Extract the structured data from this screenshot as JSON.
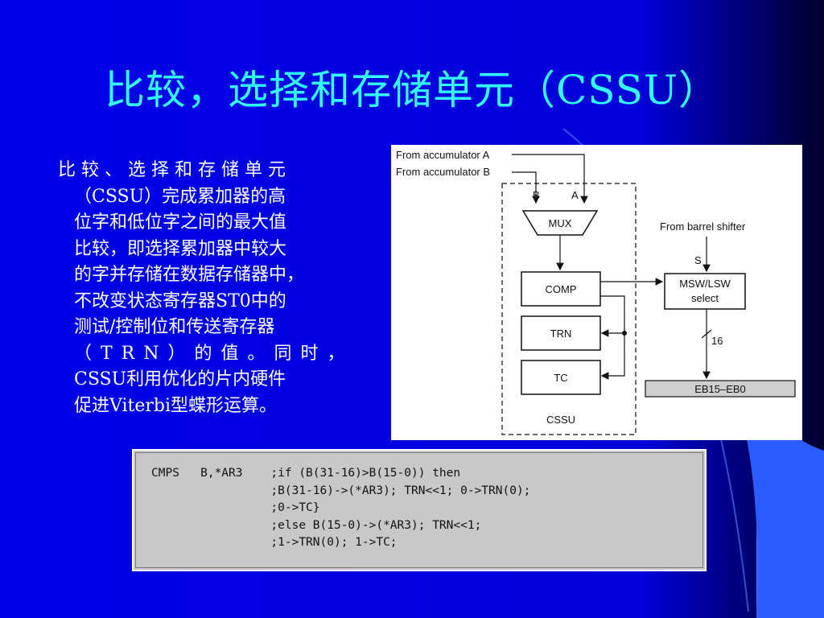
{
  "title": "比较，选择和存储单元（CSSU）",
  "description_lines": [
    "比 较 、 选 择 和 存 储 单 元",
    "（CSSU）完成累加器的高",
    "位字和低位字之间的最大值",
    "比较，即选择累加器中较大",
    "的字并存储在数据存储器中，",
    "不改变状态寄存器ST0中的",
    "测试/控制位和传送寄存器",
    "（TRN）的值。同时，",
    "CSSU利用优化的片内硬件",
    "促进Viterbi型蝶形运算。"
  ],
  "diagram": {
    "input_a": "From accumulator A",
    "input_b": "From accumulator B",
    "port_b": "B",
    "port_a": "A",
    "mux": "MUX",
    "comp": "COMP",
    "trn": "TRN",
    "tc": "TC",
    "cssu": "CSSU",
    "barrel": "From barrel shifter",
    "port_s": "S",
    "select_line1": "MSW/LSW",
    "select_line2": "select",
    "bus_width": "16",
    "eb": "EB15–EB0"
  },
  "code_lines": [
    "CMPS   B,*AR3    ;if (B(31-16)>B(15-0)) then",
    "                 ;B(31-16)->(*AR3); TRN<<1; 0->TRN(0);",
    "                 ;0->TC}",
    "                 ;else B(15-0)->(*AR3); TRN<<1;",
    "                 ;1->TRN(0); 1->TC;"
  ]
}
